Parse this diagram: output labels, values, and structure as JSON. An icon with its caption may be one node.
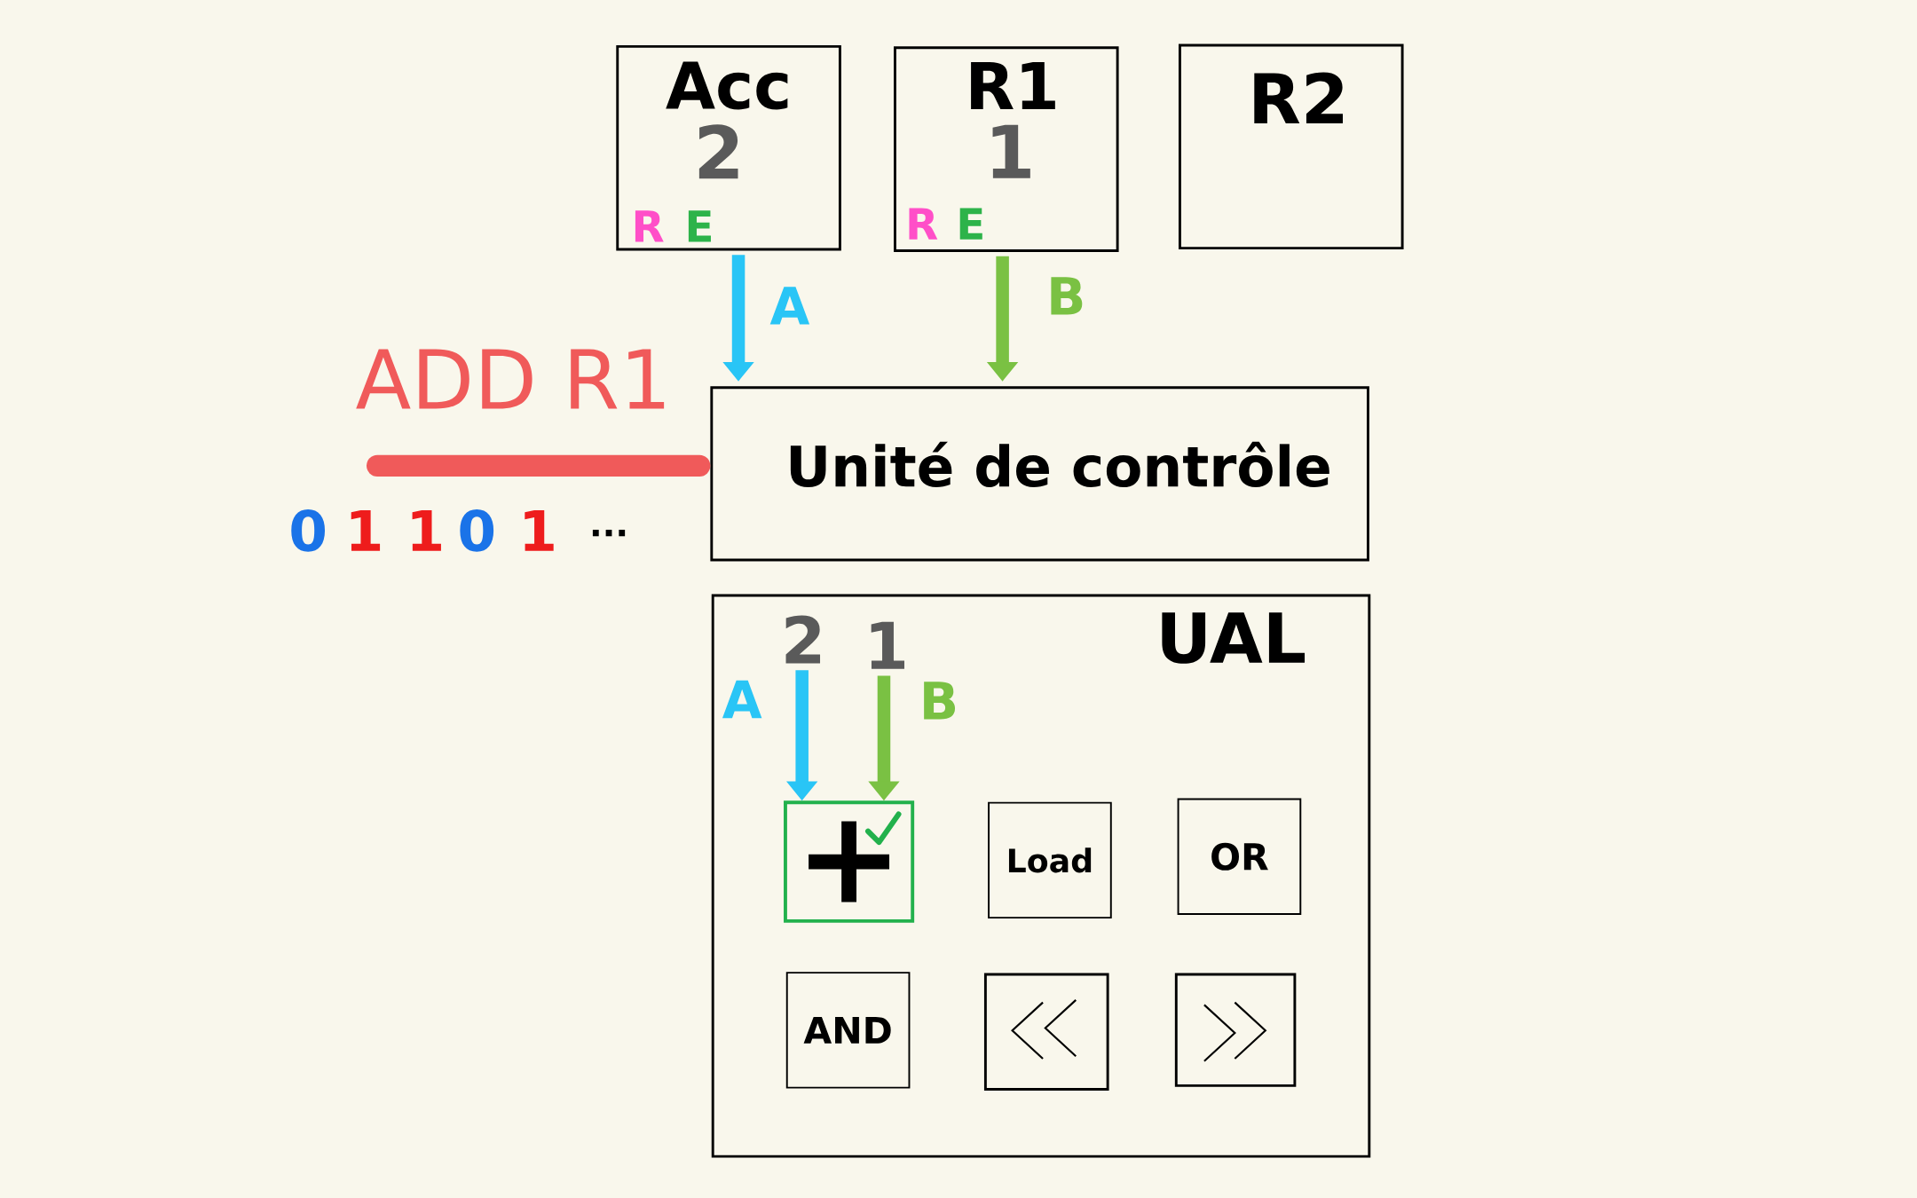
{
  "diagram": {
    "nodes": [
      {
        "text": [
          "Acc",
          "2",
          "R",
          "E"
        ]
      },
      {
        "text": [
          "R1",
          "1",
          "R",
          "E"
        ]
      },
      {
        "text": [
          "R2"
        ]
      },
      {
        "text": [
          "Unité de contrôle"
        ]
      },
      {
        "text": [
          "UAL"
        ]
      },
      {
        "text": [
          "+"
        ],
        "in": 4
      },
      {
        "text": [
          "Load"
        ],
        "in": 4
      },
      {
        "text": [
          "OR"
        ],
        "in": 4
      },
      {
        "text": [
          "AND"
        ],
        "in": 4
      },
      {
        "text": [],
        "shape": "box",
        "in": 4
      },
      {
        "text": [],
        "shape": "box",
        "in": 4
      },
      {
        "text": [
          "2"
        ],
        "in": 4
      },
      {
        "text": [
          "1"
        ],
        "in": 4
      },
      {
        "text": [
          "ADD R1"
        ]
      }
    ],
    "edges": [
      {
        "from": 0,
        "to": 3,
        "arrow": "to",
        "label": "A",
        "color": "#29c5f6"
      },
      {
        "from": 1,
        "to": 3,
        "arrow": "to",
        "label": "B",
        "color": "#7ac143"
      },
      {
        "from": 11,
        "to": 5,
        "arrow": "to",
        "label": "A",
        "color": "#29c5f6"
      },
      {
        "from": 12,
        "to": 5,
        "arrow": "to",
        "label": "B",
        "color": "#7ac143"
      },
      {
        "from": 13,
        "to": 3,
        "arrow": "none",
        "color": "#f05a5a"
      }
    ],
    "labels": [
      "0",
      "1",
      "1",
      "0",
      "1",
      "..."
    ]
  }
}
